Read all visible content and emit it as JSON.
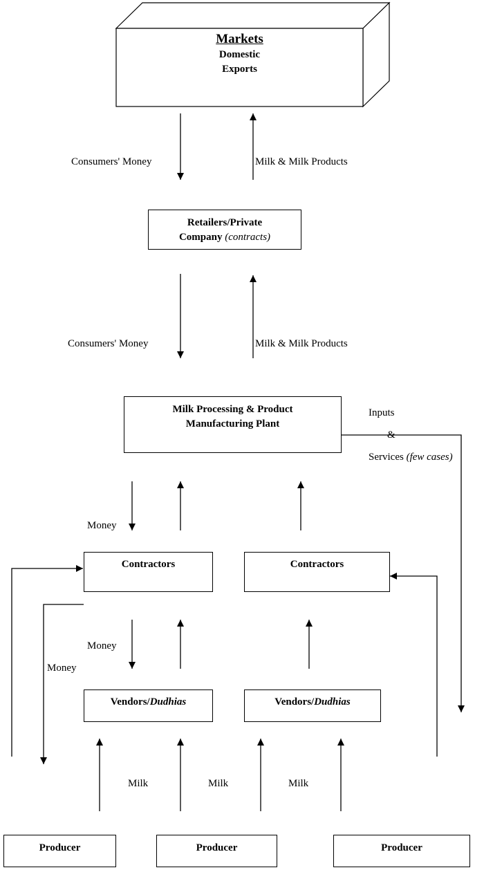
{
  "markets": {
    "title": "Markets",
    "line1": "Domestic",
    "line2": "Exports"
  },
  "flow_top": {
    "money": "Consumers' Money",
    "products": "Milk & Milk Products"
  },
  "retailers": {
    "line1": "Retailers/Private",
    "line2": "Company ",
    "italic": "(contracts)"
  },
  "flow_mid": {
    "money": "Consumers' Money",
    "products": "Milk & Milk Products"
  },
  "plant": {
    "line1": "Milk Processing & Product",
    "line2": "Manufacturing Plant"
  },
  "inputs": {
    "line1": "Inputs",
    "line2": "&",
    "line3": "Services ",
    "italic": "(few cases)"
  },
  "money_labels": {
    "a": "Money",
    "b": "Money",
    "c": "Money"
  },
  "contractors": {
    "left": "Contractors",
    "right": "Contractors"
  },
  "vendors": {
    "left": {
      "text": "Vendors/",
      "italic": "Dudhias"
    },
    "right": {
      "text": "Vendors/",
      "italic": "Dudhias"
    }
  },
  "milk_labels": {
    "a": "Milk",
    "b": "Milk",
    "c": "Milk"
  },
  "producers": {
    "a": "Producer",
    "b": "Producer",
    "c": "Producer"
  }
}
